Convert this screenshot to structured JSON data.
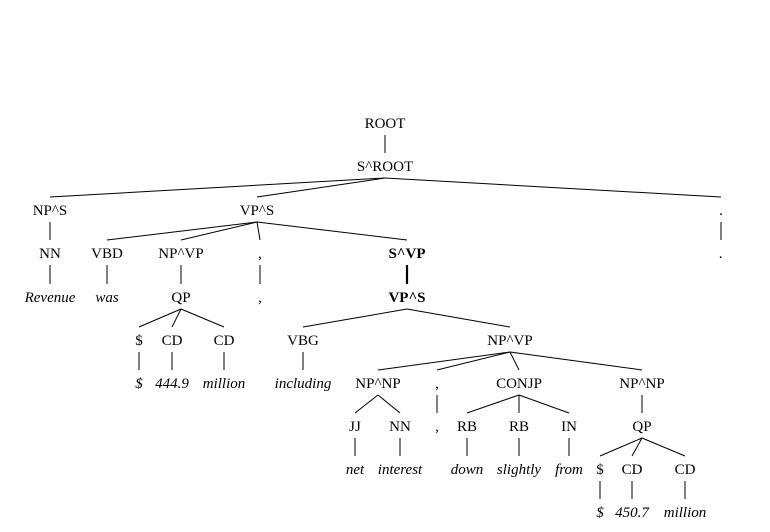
{
  "tree": {
    "nodes": [
      {
        "id": "root",
        "label": "ROOT",
        "kind": "tag"
      },
      {
        "id": "s_root",
        "label": "S^ROOT",
        "kind": "tag"
      },
      {
        "id": "np_s",
        "label": "NP^S",
        "kind": "tag"
      },
      {
        "id": "vp_s",
        "label": "VP^S",
        "kind": "tag"
      },
      {
        "id": "period_tag",
        "label": ".",
        "kind": "tag"
      },
      {
        "id": "nn_revenue",
        "label": "NN",
        "kind": "tag"
      },
      {
        "id": "w_revenue",
        "label": "Revenue",
        "kind": "word"
      },
      {
        "id": "vbd",
        "label": "VBD",
        "kind": "tag"
      },
      {
        "id": "w_was",
        "label": "was",
        "kind": "word"
      },
      {
        "id": "np_vp1",
        "label": "NP^VP",
        "kind": "tag"
      },
      {
        "id": "qp1",
        "label": "QP",
        "kind": "tag"
      },
      {
        "id": "dollar1",
        "label": "$",
        "kind": "tag"
      },
      {
        "id": "w_dollar1",
        "label": "$",
        "kind": "word"
      },
      {
        "id": "cd1",
        "label": "CD",
        "kind": "tag"
      },
      {
        "id": "w_4449",
        "label": "444.9",
        "kind": "word"
      },
      {
        "id": "cd2",
        "label": "CD",
        "kind": "tag"
      },
      {
        "id": "w_million1",
        "label": "million",
        "kind": "word"
      },
      {
        "id": "comma1_tag",
        "label": ",",
        "kind": "tag"
      },
      {
        "id": "w_comma1",
        "label": ",",
        "kind": "word"
      },
      {
        "id": "s_vp",
        "label": "S^VP",
        "kind": "tag",
        "bold": true
      },
      {
        "id": "vp_s2",
        "label": "VP^S",
        "kind": "tag",
        "bold": true
      },
      {
        "id": "vbg",
        "label": "VBG",
        "kind": "tag"
      },
      {
        "id": "w_including",
        "label": "including",
        "kind": "word"
      },
      {
        "id": "np_vp2",
        "label": "NP^VP",
        "kind": "tag"
      },
      {
        "id": "np_np1",
        "label": "NP^NP",
        "kind": "tag"
      },
      {
        "id": "jj",
        "label": "JJ",
        "kind": "tag"
      },
      {
        "id": "w_net",
        "label": "net",
        "kind": "word"
      },
      {
        "id": "nn_interest",
        "label": "NN",
        "kind": "tag"
      },
      {
        "id": "w_interest",
        "label": "interest",
        "kind": "word"
      },
      {
        "id": "comma2_tag",
        "label": ",",
        "kind": "tag"
      },
      {
        "id": "w_comma2",
        "label": ",",
        "kind": "word"
      },
      {
        "id": "conjp",
        "label": "CONJP",
        "kind": "tag"
      },
      {
        "id": "rb1",
        "label": "RB",
        "kind": "tag"
      },
      {
        "id": "w_down",
        "label": "down",
        "kind": "word"
      },
      {
        "id": "rb2",
        "label": "RB",
        "kind": "tag"
      },
      {
        "id": "w_slightly",
        "label": "slightly",
        "kind": "word"
      },
      {
        "id": "in_from",
        "label": "IN",
        "kind": "tag"
      },
      {
        "id": "w_from",
        "label": "from",
        "kind": "word"
      },
      {
        "id": "np_np2",
        "label": "NP^NP",
        "kind": "tag"
      },
      {
        "id": "qp2",
        "label": "QP",
        "kind": "tag"
      },
      {
        "id": "dollar2",
        "label": "$",
        "kind": "tag"
      },
      {
        "id": "w_dollar2",
        "label": "$",
        "kind": "word"
      },
      {
        "id": "cd3",
        "label": "CD",
        "kind": "tag"
      },
      {
        "id": "w_4507",
        "label": "450.7",
        "kind": "word"
      },
      {
        "id": "cd4",
        "label": "CD",
        "kind": "tag"
      },
      {
        "id": "w_million2",
        "label": "million",
        "kind": "word"
      },
      {
        "id": "w_period",
        "label": ".",
        "kind": "word"
      }
    ],
    "edges": [
      [
        "root",
        "s_root"
      ],
      [
        "s_root",
        "np_s"
      ],
      [
        "s_root",
        "vp_s"
      ],
      [
        "s_root",
        "period_tag"
      ],
      [
        "np_s",
        "nn_revenue"
      ],
      [
        "nn_revenue",
        "w_revenue"
      ],
      [
        "period_tag",
        "w_period"
      ],
      [
        "vp_s",
        "vbd"
      ],
      [
        "vp_s",
        "np_vp1"
      ],
      [
        "vp_s",
        "comma1_tag"
      ],
      [
        "vp_s",
        "s_vp"
      ],
      [
        "vbd",
        "w_was"
      ],
      [
        "np_vp1",
        "qp1"
      ],
      [
        "qp1",
        "dollar1"
      ],
      [
        "qp1",
        "cd1"
      ],
      [
        "qp1",
        "cd2"
      ],
      [
        "dollar1",
        "w_dollar1"
      ],
      [
        "cd1",
        "w_4449"
      ],
      [
        "cd2",
        "w_million1"
      ],
      [
        "comma1_tag",
        "w_comma1"
      ],
      [
        "s_vp",
        "vp_s2"
      ],
      [
        "vp_s2",
        "vbg"
      ],
      [
        "vp_s2",
        "np_vp2"
      ],
      [
        "vbg",
        "w_including"
      ],
      [
        "np_vp2",
        "np_np1"
      ],
      [
        "np_vp2",
        "comma2_tag"
      ],
      [
        "np_vp2",
        "conjp"
      ],
      [
        "np_vp2",
        "np_np2"
      ],
      [
        "np_np1",
        "jj"
      ],
      [
        "np_np1",
        "nn_interest"
      ],
      [
        "jj",
        "w_net"
      ],
      [
        "nn_interest",
        "w_interest"
      ],
      [
        "comma2_tag",
        "w_comma2"
      ],
      [
        "conjp",
        "rb1"
      ],
      [
        "conjp",
        "rb2"
      ],
      [
        "conjp",
        "in_from"
      ],
      [
        "rb1",
        "w_down"
      ],
      [
        "rb2",
        "w_slightly"
      ],
      [
        "in_from",
        "w_from"
      ],
      [
        "np_np2",
        "qp2"
      ],
      [
        "qp2",
        "dollar2"
      ],
      [
        "qp2",
        "cd3"
      ],
      [
        "qp2",
        "cd4"
      ],
      [
        "dollar2",
        "w_dollar2"
      ],
      [
        "cd3",
        "w_4507"
      ],
      [
        "cd4",
        "w_million2"
      ]
    ],
    "bold_edges": [
      [
        "s_vp",
        "vp_s2"
      ]
    ]
  }
}
